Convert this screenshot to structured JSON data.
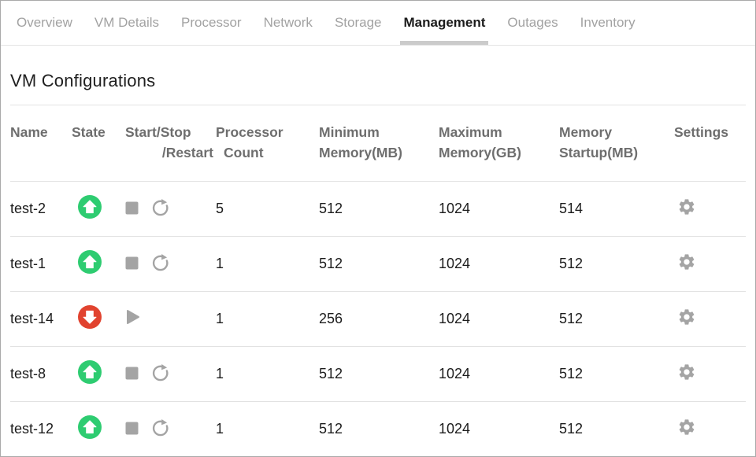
{
  "tabs": [
    {
      "label": "Overview",
      "active": false
    },
    {
      "label": "VM Details",
      "active": false
    },
    {
      "label": "Processor",
      "active": false
    },
    {
      "label": "Network",
      "active": false
    },
    {
      "label": "Storage",
      "active": false
    },
    {
      "label": "Management",
      "active": true
    },
    {
      "label": "Outages",
      "active": false
    },
    {
      "label": "Inventory",
      "active": false
    }
  ],
  "page_title": "VM Configurations",
  "table": {
    "columns": [
      {
        "line1": "Name"
      },
      {
        "line1": "State"
      },
      {
        "line1": "Start/Stop",
        "line2": "/Restart"
      },
      {
        "line1": "Processor",
        "line2": "Count"
      },
      {
        "line1": "Minimum",
        "line2": "Memory(MB)"
      },
      {
        "line1": "Maximum",
        "line2": "Memory(GB)"
      },
      {
        "line1": "Memory",
        "line2": "Startup(MB)"
      },
      {
        "line1": "Settings"
      }
    ],
    "rows": [
      {
        "name": "test-2",
        "state": "up",
        "controls": [
          "stop",
          "restart"
        ],
        "processor_count": "5",
        "min_memory_mb": "512",
        "max_memory_gb": "1024",
        "memory_startup_mb": "514"
      },
      {
        "name": "test-1",
        "state": "up",
        "controls": [
          "stop",
          "restart"
        ],
        "processor_count": "1",
        "min_memory_mb": "512",
        "max_memory_gb": "1024",
        "memory_startup_mb": "512"
      },
      {
        "name": "test-14",
        "state": "down",
        "controls": [
          "start"
        ],
        "processor_count": "1",
        "min_memory_mb": "256",
        "max_memory_gb": "1024",
        "memory_startup_mb": "512"
      },
      {
        "name": "test-8",
        "state": "up",
        "controls": [
          "stop",
          "restart"
        ],
        "processor_count": "1",
        "min_memory_mb": "512",
        "max_memory_gb": "1024",
        "memory_startup_mb": "512"
      },
      {
        "name": "test-12",
        "state": "up",
        "controls": [
          "stop",
          "restart"
        ],
        "processor_count": "1",
        "min_memory_mb": "512",
        "max_memory_gb": "1024",
        "memory_startup_mb": "512"
      }
    ]
  },
  "icons": {
    "state_up": "green-circle-up-arrow-icon",
    "state_down": "red-circle-down-arrow-icon",
    "stop": "stop-square-icon",
    "restart": "restart-circular-arrow-icon",
    "start": "play-triangle-icon",
    "settings": "gear-icon"
  },
  "colors": {
    "state_up": "#2ecc71",
    "state_down": "#e1432f",
    "icon_gray": "#a4a4a4",
    "active_tab_underline": "#cbcbcb"
  }
}
